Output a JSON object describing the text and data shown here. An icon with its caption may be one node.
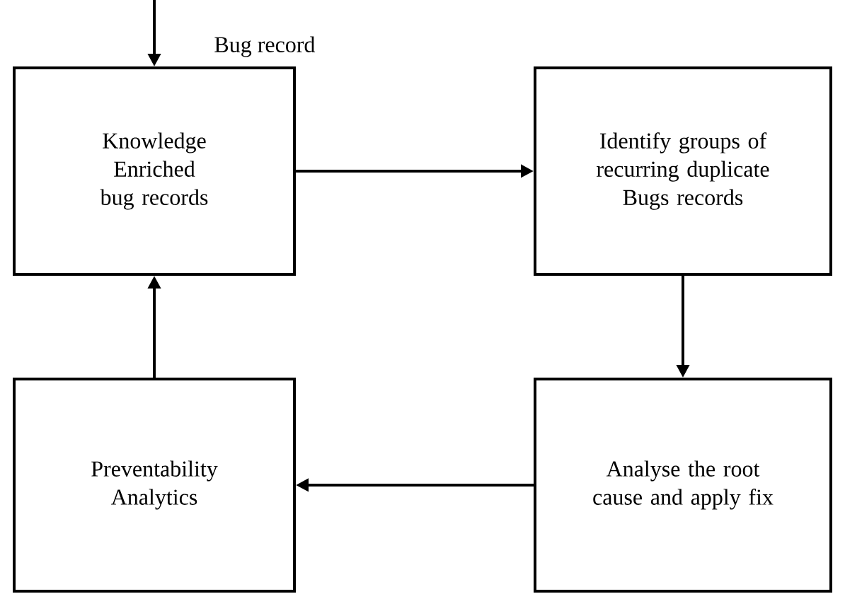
{
  "diagram": {
    "nodes": [
      {
        "text": [
          "Knowledge Enriched bug records"
        ]
      },
      {
        "text": [
          "Identify groups of recurring duplicate Bugs records"
        ]
      },
      {
        "text": [
          "Analyse the root cause and apply fix"
        ]
      },
      {
        "text": [
          "Preventability Analytics"
        ]
      }
    ],
    "edges": [
      {
        "from": null,
        "to": 0,
        "arrow": "to",
        "label": "Bug record"
      },
      {
        "from": 0,
        "to": 1,
        "arrow": "to"
      },
      {
        "from": 1,
        "to": 2,
        "arrow": "to"
      },
      {
        "from": 2,
        "to": 3,
        "arrow": "to"
      },
      {
        "from": 3,
        "to": 0,
        "arrow": "to"
      }
    ]
  }
}
